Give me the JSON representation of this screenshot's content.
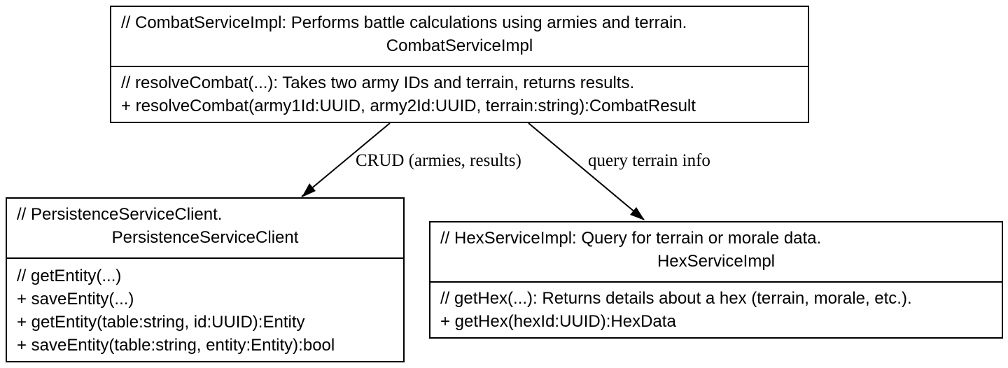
{
  "nodes": {
    "combat": {
      "comment": "// CombatServiceImpl: Performs battle calculations using armies and terrain.",
      "name": "CombatServiceImpl",
      "members": [
        "// resolveCombat(...): Takes two army IDs and terrain, returns results.",
        "+ resolveCombat(army1Id:UUID, army2Id:UUID, terrain:string):CombatResult"
      ]
    },
    "persistence": {
      "comment": "// PersistenceServiceClient.",
      "name": "PersistenceServiceClient",
      "members": [
        "// getEntity(...)",
        "+ saveEntity(...)",
        "+ getEntity(table:string, id:UUID):Entity",
        "+ saveEntity(table:string, entity:Entity):bool"
      ]
    },
    "hex": {
      "comment": "// HexServiceImpl: Query for terrain or morale data.",
      "name": "HexServiceImpl",
      "members": [
        "// getHex(...): Returns details about a hex (terrain, morale, etc.).",
        "+ getHex(hexId:UUID):HexData"
      ]
    }
  },
  "edges": [
    {
      "from": "CombatServiceImpl",
      "to": "PersistenceServiceClient",
      "label": "CRUD (armies, results)"
    },
    {
      "from": "CombatServiceImpl",
      "to": "HexServiceImpl",
      "label": "query terrain info"
    }
  ]
}
